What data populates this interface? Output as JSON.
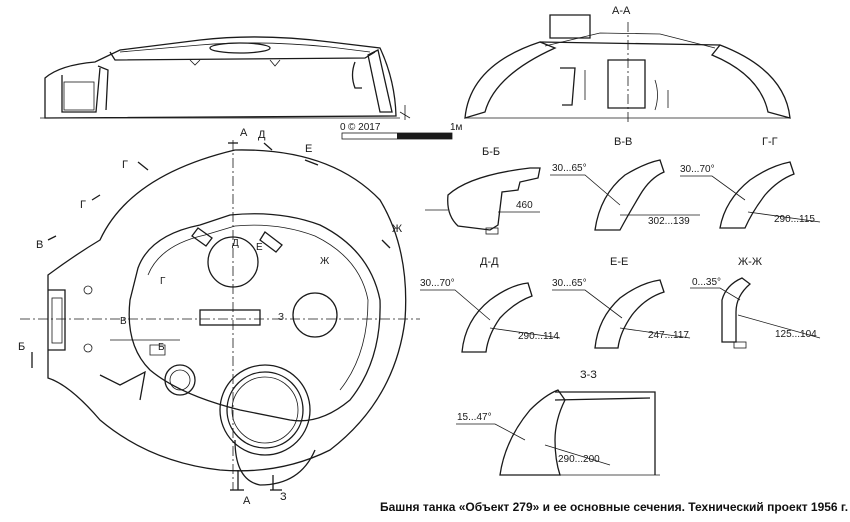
{
  "scale": {
    "zero": "0",
    "one_meter": "1м",
    "copyright": "© 2017"
  },
  "section_titles": {
    "aa": "А-А",
    "bb": "Б-Б",
    "vv": "В-В",
    "gg": "Г-Г",
    "dd": "Д-Д",
    "ee": "Е-Е",
    "zhzh": "Ж-Ж",
    "zz": "З-З"
  },
  "plan_markers": {
    "a_top": "А",
    "d_top": "Д",
    "e_top": "Е",
    "g_left": "Г",
    "g_mid": "Г",
    "v_left": "В",
    "b_left": "Б",
    "zh_right": "Ж",
    "a_bottom": "А",
    "z_bottom": "З",
    "d_inner": "Д",
    "e_inner": "Е",
    "zh_inner": "Ж",
    "g_inner": "Г",
    "v_inner": "В",
    "b_inner": "Б",
    "z_inner": "З"
  },
  "sections": {
    "bb": {
      "thickness": "460"
    },
    "vv": {
      "angle": "30...65°",
      "thickness": "302...139"
    },
    "gg": {
      "angle": "30...70°",
      "thickness": "290...115"
    },
    "dd": {
      "angle": "30...70°",
      "thickness": "290...114"
    },
    "ee": {
      "angle": "30...65°",
      "thickness": "247...117"
    },
    "zhzh": {
      "angle": "0...35°",
      "thickness": "125...104"
    },
    "zz": {
      "angle": "15...47°",
      "thickness": "290...200"
    }
  },
  "caption": "Башня танка «Объект 279» и ее основные сечения. Технический проект 1956 г."
}
